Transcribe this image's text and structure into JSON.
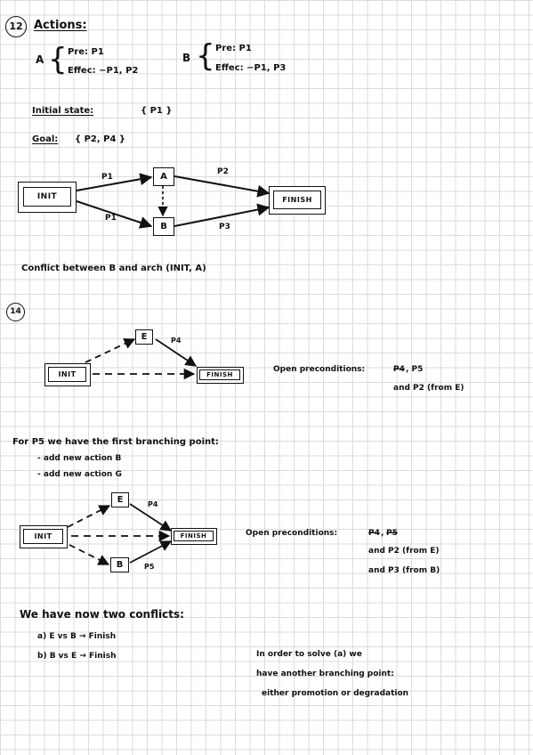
{
  "section1": {
    "number": "12",
    "heading": "Actions:",
    "action_a": {
      "name": "A",
      "pre": "Pre: P1",
      "effect": "Effec: −P1, P2"
    },
    "action_b": {
      "name": "B",
      "pre": "Pre: P1",
      "effect": "Effec: −P1, P3"
    },
    "initial_label": "Initial state:",
    "initial_value": "{ P1 }",
    "goal_label": "Goal:",
    "goal_value": "{ P2, P4 }",
    "diagram": {
      "init": "INIT",
      "finish": "FINISH",
      "node_a": "A",
      "node_b": "B",
      "edge_init_a": "P1",
      "edge_init_b": "P1",
      "edge_a_finish": "P2",
      "edge_b_finish": "P3"
    },
    "conflict": "Conflict between B and arch (INIT, A)"
  },
  "section2": {
    "number": "14",
    "diagram1": {
      "init": "INIT",
      "finish": "FINISH",
      "node_e": "E",
      "edge_e_finish": "P4"
    },
    "open_pre_label": "Open preconditions:",
    "open_pre_1_struck": "P4",
    "open_pre_1_rest": ", P5",
    "open_pre_2": "and P2 (from E)",
    "branch_intro": "For P5 we have the first branching point:",
    "branch_items": [
      "- add new action B",
      "- add new action G"
    ],
    "diagram2": {
      "init": "INIT",
      "finish": "FINISH",
      "node_e": "E",
      "node_b": "B",
      "edge_e_finish": "P4",
      "edge_b_finish": "P5"
    },
    "open_pre2_struck_a": "P4",
    "open_pre2_sep": ",",
    "open_pre2_struck_b": "P5",
    "open_pre2_line2": "and P2 (from E)",
    "open_pre2_line3": "and P3 (from B)",
    "conflicts_intro": "We have now two conflicts:",
    "conflict_a": "a) E vs B → Finish",
    "conflict_b": "b) B vs E → Finish",
    "solve_lines": [
      "In order to solve (a) we",
      "have another branching point:",
      "either promotion or degradation"
    ]
  }
}
